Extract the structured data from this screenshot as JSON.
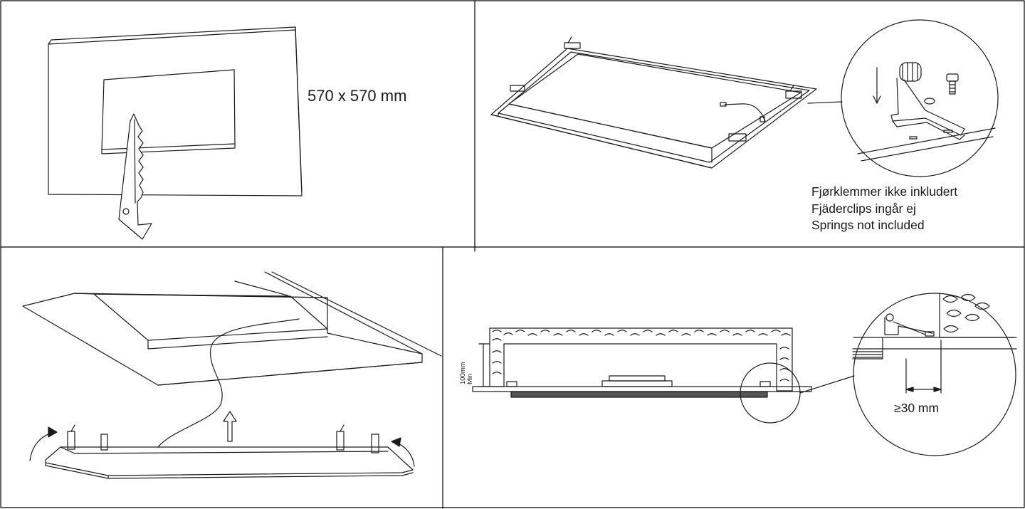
{
  "step1": {
    "cutout_size": "570 x 570 mm"
  },
  "step2": {
    "springs_note_no": "Fjørklemmer ikke inkludert",
    "springs_note_se": "Fjäderclips ingår ej",
    "springs_note_en": "Springs not included"
  },
  "step4": {
    "min_depth_value": "100mm",
    "min_depth_word": "Min",
    "edge_gap": "≥30 mm"
  },
  "colors": {
    "line": "#1a1a1a",
    "border": "#000000",
    "fill": "#ffffff"
  },
  "icons": [
    "saw-icon",
    "arrow-up-icon",
    "curved-arrow-icon",
    "spring-clip-icon",
    "screw-icon"
  ]
}
